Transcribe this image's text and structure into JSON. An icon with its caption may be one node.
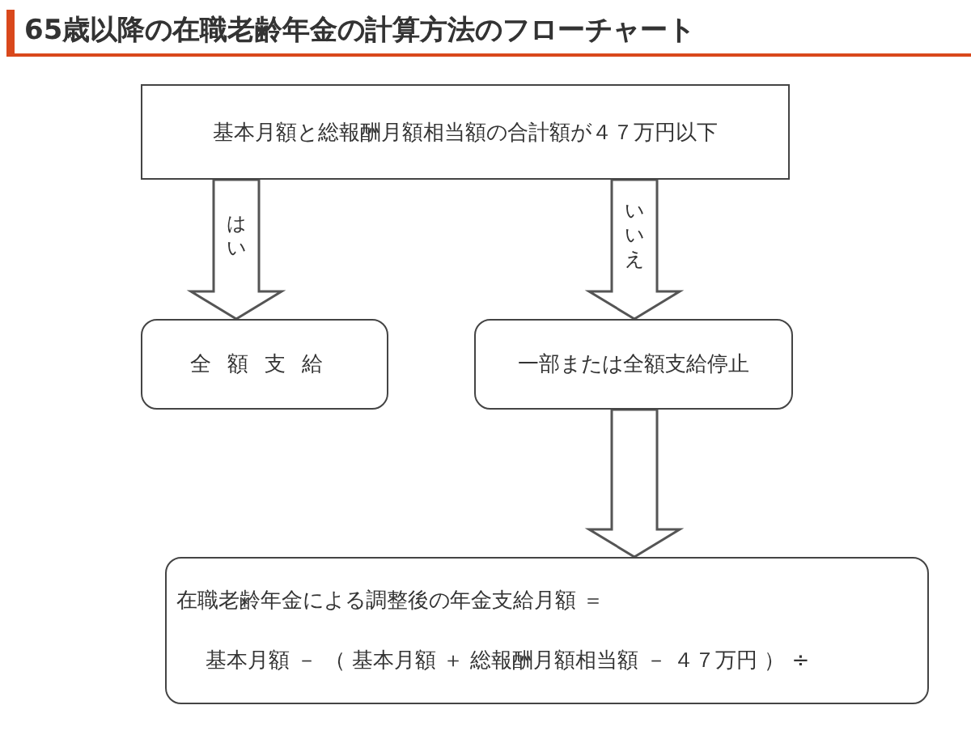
{
  "diagram": {
    "title": "65歳以降の在職老齢年金の計算方法のフローチャート",
    "nodes": [
      {
        "text": [
          "基本月額と総報酬月額相当額の合計額が４７万円以下"
        ]
      },
      {
        "text": [
          "全額支給"
        ]
      },
      {
        "text": [
          "一部または全額支給停止"
        ]
      },
      {
        "text": [
          "在職老齢年金による調整後の年金支給月額 ＝",
          "基本月額 － （ 基本月額 ＋ 総報酬月額相当額 － ４７万円 ） ÷"
        ]
      }
    ],
    "edges": [
      {
        "from": 0,
        "to": 1,
        "arrow": "to",
        "label": "はい"
      },
      {
        "from": 0,
        "to": 2,
        "arrow": "to",
        "label": "いいえ"
      },
      {
        "from": 2,
        "to": 3,
        "arrow": "to"
      }
    ]
  }
}
